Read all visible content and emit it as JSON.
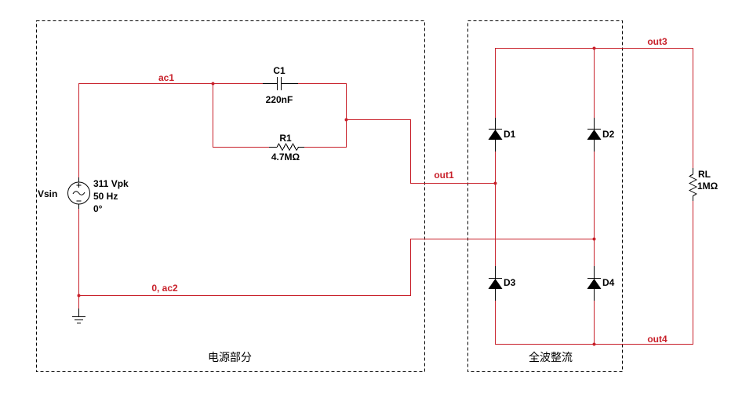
{
  "colors": {
    "wire": "#c8202a",
    "component": "#000000",
    "background": "#ffffff"
  },
  "blocks": {
    "power": {
      "label": "电源部分"
    },
    "rectifier": {
      "label": "全波整流"
    }
  },
  "nets": {
    "ac1": "ac1",
    "ground": "0, ac2",
    "out1": "out1",
    "out3": "out3",
    "out4": "out4"
  },
  "components": {
    "vsin": {
      "ref": "Vsin",
      "amplitude": "311 Vpk",
      "frequency": "50 Hz",
      "phase": "0°",
      "icon": "ac-voltage-source-icon"
    },
    "c1": {
      "ref": "C1",
      "value": "220nF",
      "icon": "capacitor-icon"
    },
    "r1": {
      "ref": "R1",
      "value": "4.7MΩ",
      "icon": "resistor-icon"
    },
    "d1": {
      "ref": "D1",
      "icon": "diode-icon"
    },
    "d2": {
      "ref": "D2",
      "icon": "diode-icon"
    },
    "d3": {
      "ref": "D3",
      "icon": "diode-icon"
    },
    "d4": {
      "ref": "D4",
      "icon": "diode-icon"
    },
    "rl": {
      "ref": "RL",
      "value": "1MΩ",
      "icon": "resistor-icon"
    },
    "gnd": {
      "icon": "ground-icon"
    }
  }
}
